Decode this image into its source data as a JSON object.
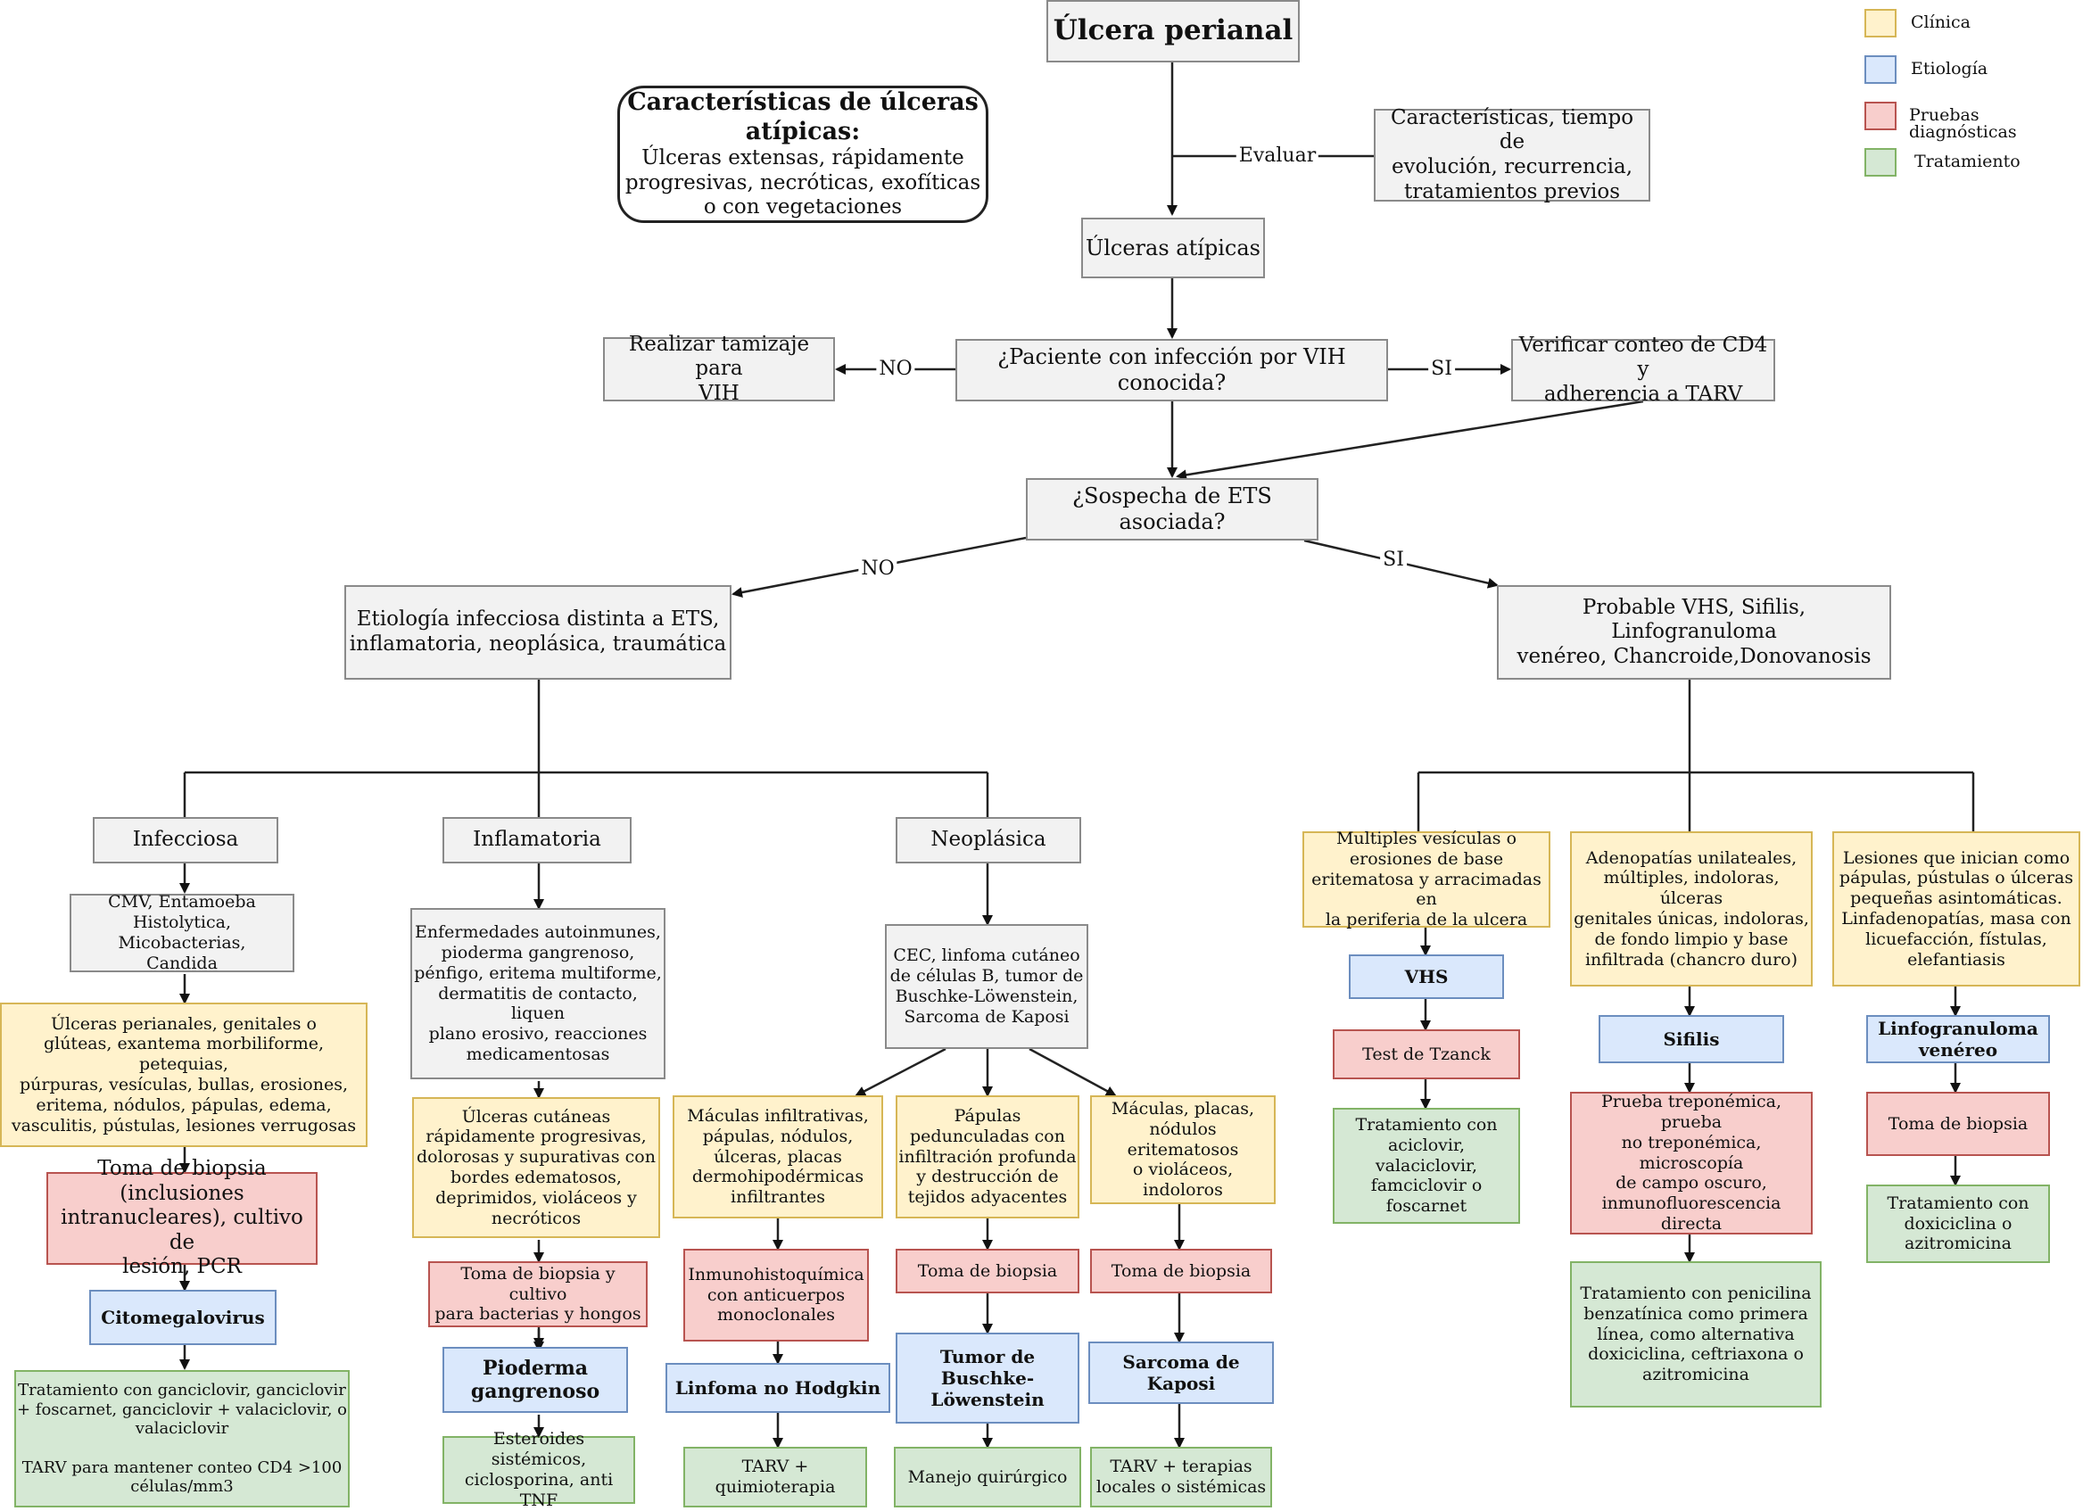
{
  "colors": {
    "clinica": "#fff2cc",
    "etiologia": "#dae8fc",
    "pruebas": "#f8cecc",
    "tratamiento": "#d5e8d4",
    "neutral": "#f2f2f2"
  },
  "legend": [
    {
      "label": "Clínica",
      "color": "#fff2cc",
      "border": "#d6b656"
    },
    {
      "label": "Etiología",
      "color": "#dae8fc",
      "border": "#6c8ebf"
    },
    {
      "label": "Pruebas diagnósticas",
      "color": "#f8cecc",
      "border": "#b85450"
    },
    {
      "label": "Tratamiento",
      "color": "#d5e8d4",
      "border": "#82b366"
    }
  ],
  "atypical_note": {
    "title": "Características de úlceras atípicas:",
    "body": "Úlceras extensas, rápidamente progresivas, necróticas, exofíticas o con vegetaciones"
  },
  "edge_labels": {
    "evaluar": "Evaluar",
    "no1": "NO",
    "si1": "SI",
    "no2": "NO",
    "si2": "SI"
  },
  "nodes": {
    "root": "Úlcera perianal",
    "eval_chars": "Características, tiempo de\nevolución, recurrencia,\ntratamientos previos",
    "atypical": "Úlceras atípicas",
    "hiv_question": "¿Paciente con infección por VIH conocida?",
    "hiv_screen": "Realizar tamizaje para\nVIH",
    "cd4_check": "Verificar conteo de CD4 y\nadherencia a TARV",
    "std_question": "¿Sospecha de ETS asociada?",
    "non_std": "Etiología infecciosa distinta a ETS,\ninflamatoria, neoplásica, traumática",
    "std_probable": "Probable VHS, Sifilis, Linfogranuloma\nvenéreo, Chancroide,Donovanosis",
    "infecciosa": "Infecciosa",
    "inflamatoria": "Inflamatoria",
    "neoplasica": "Neoplásica",
    "inf_agents": "CMV, Entamoeba\nHistolytica, Micobacterias,\nCandida",
    "inf_clin": "Úlceras perianales, genitales o\nglúteas, exantema morbiliforme, petequias,\npúrpuras, vesículas, bullas, erosiones,\neritema, nódulos, pápulas, edema,\nvasculitis, pústulas, lesiones verrugosas",
    "inf_test": "Toma de biopsia (inclusiones\nintranucleares), cultivo de\nlesión, PCR",
    "inf_etio": "Citomegalovirus",
    "inf_tx": "Tratamiento con ganciclovir, ganciclovir\n+ foscarnet, ganciclovir + valaciclovir, o\nvalaciclovir\n\nTARV para mantener conteo CD4 >100\ncélulas/mm3",
    "infl_causes": "Enfermedades autoinmunes,\npioderma gangrenoso,\npénfigo, eritema multiforme,\ndermatitis de contacto, liquen\nplano erosivo, reacciones\nmedicamentosas",
    "infl_clin": "Úlceras cutáneas\nrápidamente progresivas,\ndolorosas y supurativas con\nbordes edematosos,\ndeprimidos, violáceos y\nnecróticos",
    "infl_test": "Toma de biopsia y cultivo\npara bacterias y hongos",
    "infl_etio": "Pioderma\ngangrenoso",
    "infl_tx": "Esteroides sistémicos,\nciclosporina, anti TNF",
    "neo_causes": "CEC, linfoma cutáneo\nde células B, tumor de\nBuschke-Löwenstein,\nSarcoma de Kaposi",
    "neo1_clin": "Máculas infiltrativas,\npápulas, nódulos,\núlceras, placas\ndermohipodérmicas\ninfiltrantes",
    "neo1_test": "Inmunohistoquímica\ncon anticuerpos\nmonoclonales",
    "neo1_etio": "Linfoma no Hodgkin",
    "neo1_tx": "TARV +\nquimioterapia",
    "neo2_clin": "Pápulas\npedunculadas con\ninfiltración profunda\ny destrucción de\ntejidos adyacentes",
    "neo2_test": "Toma de biopsia",
    "neo2_etio": "Tumor de\nBuschke-\nLöwenstein",
    "neo2_tx": "Manejo quirúrgico",
    "neo3_clin": "Máculas, placas,\nnódulos eritematosos\no violáceos, indoloros",
    "neo3_test": "Toma de biopsia",
    "neo3_etio": "Sarcoma de\nKaposi",
    "neo3_tx": "TARV + terapias\nlocales o sistémicas",
    "vhs_clin": "Multiples vesículas o\nerosiones de base\neritematosa y arracimadas en\nla periferia de la ulcera",
    "vhs_etio": "VHS",
    "vhs_test": "Test de Tzanck",
    "vhs_tx": "Tratamiento con\naciclovir, valaciclovir,\nfamciclovir o\nfoscarnet",
    "sif_clin": "Adenopatías unilateales,\nmúltiples, indoloras, úlceras\ngenitales únicas, indoloras,\nde fondo limpio y base\ninfiltrada (chancro duro)",
    "sif_etio": "Sifilis",
    "sif_test": "Prueba treponémica, prueba\nno treponémica, microscopía\nde campo oscuro,\ninmunofluorescencia directa",
    "sif_tx": "Tratamiento con penicilina\nbenzatínica como primera\nlínea, como alternativa\ndoxiciclina, ceftriaxona o\nazitromicina",
    "lgv_clin": "Lesiones que inician como\npápulas, pústulas o úlceras\npequeñas asintomáticas.\nLinfadenopatías, masa con\nlicuefacción, fístulas,\nelefantiasis",
    "lgv_etio": "Linfogranuloma\nvenéreo",
    "lgv_test": "Toma de biopsia",
    "lgv_tx": "Tratamiento con\ndoxiciclina o\nazitromicina"
  }
}
